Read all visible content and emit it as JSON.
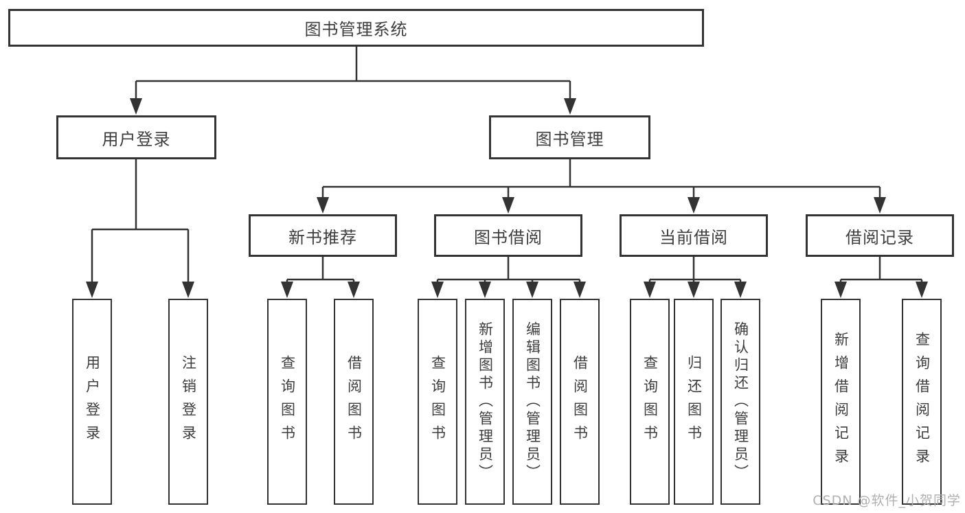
{
  "diagram": {
    "title": "图书管理系统",
    "nodes": {
      "root": "图书管理系统",
      "user_login": "用户登录",
      "book_mgmt": "图书管理",
      "new_book_rec": "新书推荐",
      "book_borrow": "图书借阅",
      "current_borrow": "当前借阅",
      "borrow_records": "借阅记录"
    },
    "leaves": {
      "user_login": [
        "用户登录",
        "注销登录"
      ],
      "new_book_rec": [
        "查询图书",
        "借阅图书"
      ],
      "book_borrow": [
        "查询图书",
        "新增图书（管理员）",
        "编辑图书（管理员）",
        "借阅图书"
      ],
      "current_borrow": [
        "查询图书",
        "归还图书",
        "确认归还（管理员）"
      ],
      "borrow_records": [
        "新增借阅记录",
        "查询借阅记录"
      ]
    },
    "watermark": "CSDN @软件_小贺同学",
    "colors": {
      "line": "#333333",
      "text": "#3d3d3d",
      "watermark": "#b0b0b0",
      "background": "#ffffff"
    }
  }
}
